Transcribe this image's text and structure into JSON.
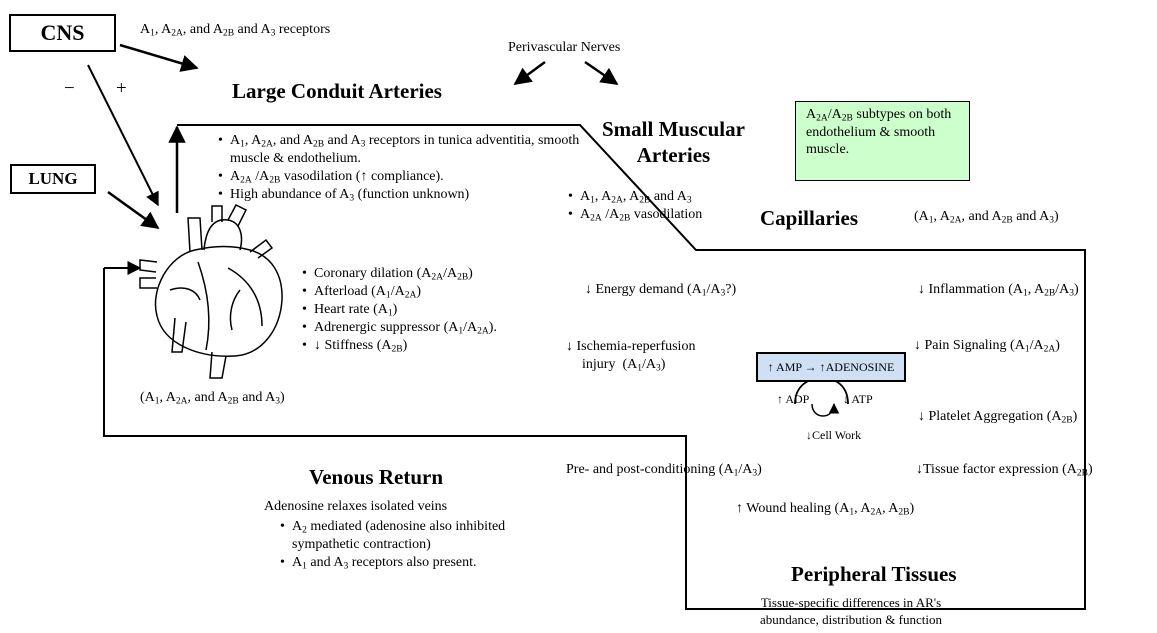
{
  "nodes": {
    "cns": "CNS",
    "lung": "LUNG",
    "cns_receptors": "A1, A2A, and A2B and A3 receptors",
    "minus": "−",
    "plus": "+",
    "perivascular": "Perivascular Nerves"
  },
  "large_conduit": {
    "title": "Large Conduit Arteries",
    "bullets": [
      "A1, A2A, and A2B and A3 receptors in tunica adventitia, smooth muscle & endothelium.",
      "A2A /A2B vasodilation (↑ compliance).",
      "High abundance of A3 (function unknown)"
    ]
  },
  "small_muscular": {
    "title_line1": "Small Muscular",
    "title_line2": "Arteries",
    "bullets": [
      "A1, A2A, A2B and A3",
      "A2A /A2B vasodilation"
    ]
  },
  "green_box": "A2A/A2B subtypes on both endothelium & smooth muscle.",
  "capillaries": {
    "title": "Capillaries",
    "receptors": "(A1, A2A, and A2B and A3)"
  },
  "heart": {
    "bullets": [
      "Coronary dilation (A2A/A2B)",
      "Afterload (A1/A2A)",
      "Heart rate (A1)",
      "Adrenergic suppressor (A1/A2A).",
      "↓ Stiffness (A2B)"
    ],
    "receptors": "(A1, A2A, and A2B and A3)"
  },
  "effects": {
    "energy": "↓ Energy demand (A1/A3?)",
    "ischemia_line1": "↓ Ischemia-reperfusion",
    "ischemia_line2": "injury (A1/A3)",
    "conditioning": "Pre- and post-conditioning (A1/A3)",
    "wound": "↑ Wound healing (A1, A2A, A2B)",
    "inflammation": "↓ Inflammation (A1, A2B/A3)",
    "pain": "↓ Pain Signaling (A1/A2A)",
    "platelet": "↓ Platelet Aggregation (A2B)",
    "tissue_factor": "↓Tissue factor expression (A2B)"
  },
  "adenosine": {
    "box": "↑ AMP → ↑ADENOSINE",
    "adp": "↑ ADP",
    "atp": "↓ ATP",
    "cell_work": "↓Cell Work"
  },
  "venous": {
    "title": "Venous Return",
    "intro": "Adenosine relaxes isolated veins",
    "bullets": [
      "A2 mediated (adenosine also inhibited sympathetic contraction)",
      "A1 and A3 receptors also present."
    ]
  },
  "peripheral": {
    "title": "Peripheral Tissues",
    "line1": "Tissue-specific differences in AR's",
    "line2": "abundance, distribution & function"
  }
}
